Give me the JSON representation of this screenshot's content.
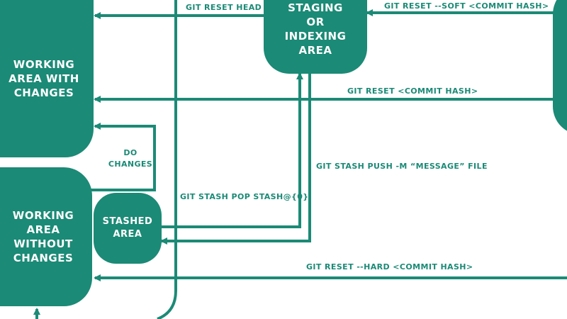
{
  "colors": {
    "teal": "#1b8a76",
    "background": "#ffffff"
  },
  "nodes": {
    "staging": "STAGING\nOR\nINDEXING\nAREA",
    "working_changes": "WORKING\nAREA WITH\nCHANGES",
    "working_clean": "WORKING\nAREA\nWITHOUT\nCHANGES",
    "stashed": "STASHED\nAREA"
  },
  "commands": {
    "reset_head": "GIT RESET HEAD",
    "reset_soft": "GIT RESET --SOFT <COMMIT HASH>",
    "reset_commit": "GIT RESET <COMMIT HASH>",
    "do_changes": "DO\nCHANGES",
    "stash_push": "GIT STASH PUSH -M “MESSAGE” FILE",
    "stash_pop": "GIT STASH POP STASH@{0}",
    "reset_hard": "GIT RESET --HARD <COMMIT HASH>"
  }
}
